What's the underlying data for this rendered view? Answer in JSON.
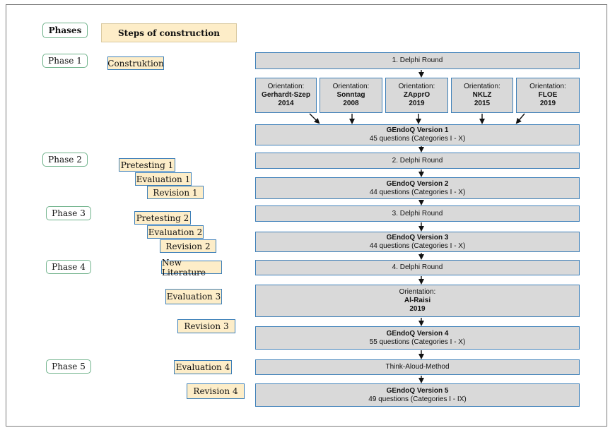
{
  "header": {
    "phases_label": "Phases",
    "steps_label": "Steps of construction"
  },
  "phases": [
    "Phase 1",
    "Phase 2",
    "Phase 3",
    "Phase 4",
    "Phase 5"
  ],
  "steps": {
    "construktion": "Construktion",
    "pretesting1": "Pretesting 1",
    "evaluation1": "Evaluation 1",
    "revision1": "Revision 1",
    "pretesting2": "Pretesting 2",
    "evaluation2": "Evaluation 2",
    "revision2": "Revision 2",
    "new_literature": "New Literature",
    "evaluation3": "Evaluation 3",
    "revision3": "Revision 3",
    "evaluation4": "Evaluation 4",
    "revision4": "Revision 4"
  },
  "flow": {
    "delphi1": "1. Delphi Round",
    "orientations": [
      {
        "label": "Orientation:",
        "name": "Gerhardt-Szep",
        "year": "2014"
      },
      {
        "label": "Orientation:",
        "name": "Sonntag",
        "year": "2008"
      },
      {
        "label": "Orientation:",
        "name": "ZApprO",
        "year": "2019"
      },
      {
        "label": "Orientation:",
        "name": "NKLZ",
        "year": "2015"
      },
      {
        "label": "Orientation:",
        "name": "FLOE",
        "year": "2019"
      }
    ],
    "v1_title": "GEndoQ Version 1",
    "v1_sub": "45 questions (Categories I - X)",
    "delphi2": "2. Delphi Round",
    "v2_title": "GEndoQ Version 2",
    "v2_sub": "44 questions (Categories I - X)",
    "delphi3": "3. Delphi Round",
    "v3_title": "GEndoQ Version 3",
    "v3_sub": "44 questions (Categories I - X)",
    "delphi4": "4. Delphi Round",
    "alraisi_label": "Orientation:",
    "alraisi_name": "Al-Raisi",
    "alraisi_year": "2019",
    "v4_title": "GEndoQ Version 4",
    "v4_sub": "55 questions (Categories I - X)",
    "think_aloud": "Think-Aloud-Method",
    "v5_title": "GEndoQ Version 5",
    "v5_sub": "49 questions (Categories I - IX)"
  }
}
